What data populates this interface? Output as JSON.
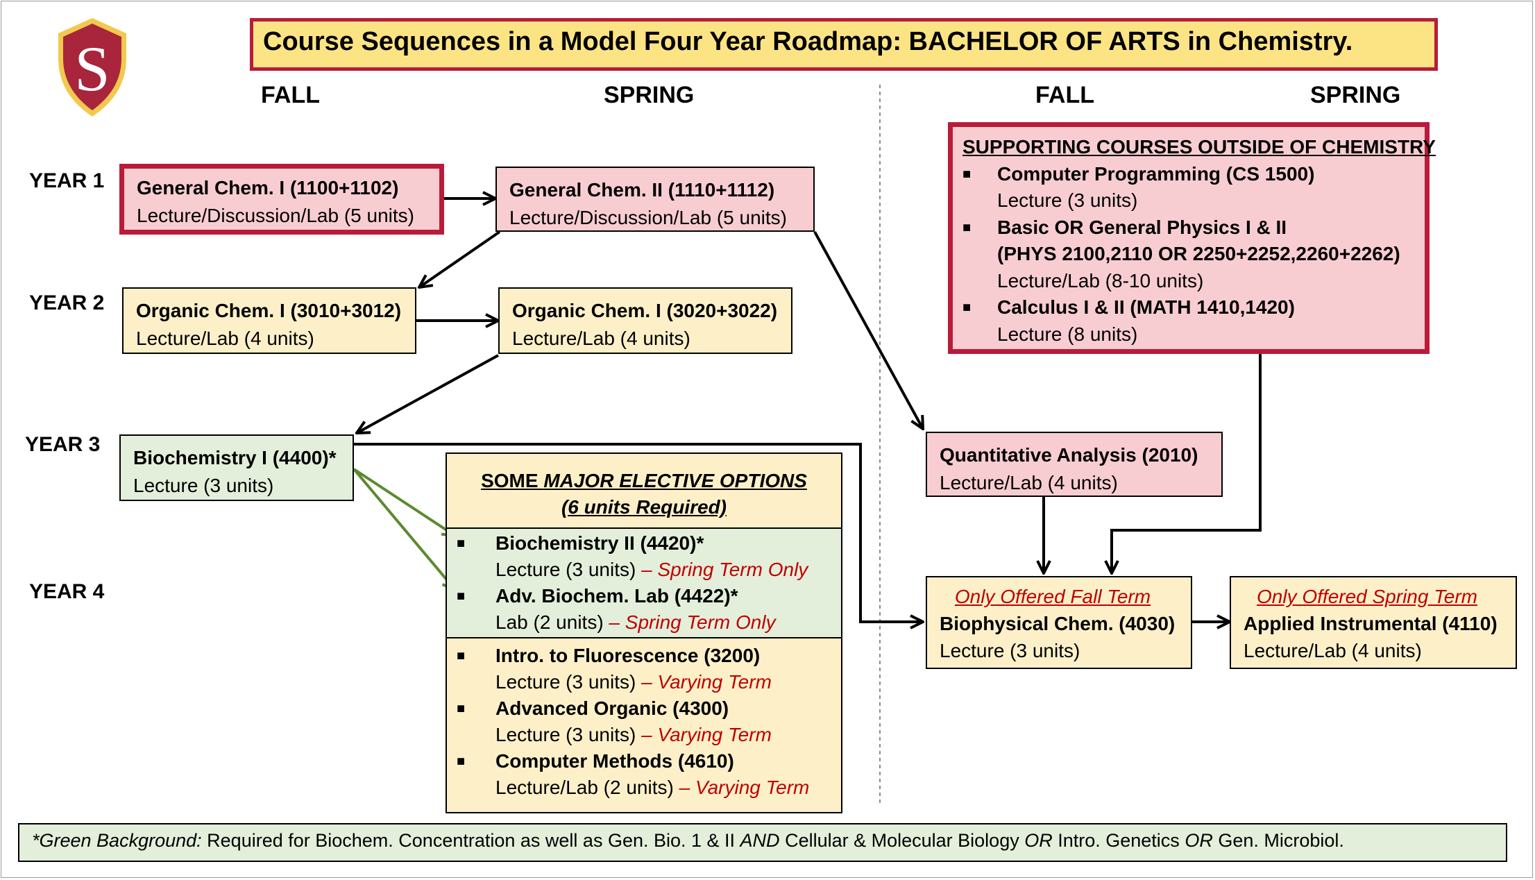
{
  "title": "Course Sequences in a Model Four Year Roadmap:  BACHELOR OF ARTS in Chemistry.",
  "logo": {
    "letter": "S",
    "shield_color": "#a8253b",
    "ring_color": "#f2c94c"
  },
  "column_headers": {
    "fall_1": "FALL",
    "spring_1": "SPRING",
    "fall_2": "FALL",
    "spring_2": "SPRING"
  },
  "years": {
    "y1": "YEAR 1",
    "y2": "YEAR 2",
    "y3": "YEAR 3",
    "y4": "YEAR 4"
  },
  "courses": {
    "gen_chem_1": {
      "name": "General Chem. I (1100+1102)",
      "detail": "Lecture/Discussion/Lab  (5 units)"
    },
    "gen_chem_2": {
      "name": "General Chem. II (1110+1112)",
      "detail": "Lecture/Discussion/Lab  (5 units)"
    },
    "org_chem_1": {
      "name": "Organic Chem. I (3010+3012)",
      "detail": "Lecture/Lab  (4 units)"
    },
    "org_chem_2": {
      "name": "Organic Chem. I (3020+3022)",
      "detail": "Lecture/Lab  (4 units)"
    },
    "biochem_1": {
      "name": "Biochemistry I (4400)*",
      "detail": "Lecture (3 units)"
    },
    "quant_analysis": {
      "name": "Quantitative Analysis (2010)",
      "detail": "Lecture/Lab  (4 units)"
    },
    "biophys_chem": {
      "note": "Only Offered Fall Term",
      "name": "Biophysical Chem. (4030)",
      "detail": "Lecture (3 units)"
    },
    "applied_instr": {
      "note": "Only Offered Spring Term",
      "name": "Applied Instrumental (4110)",
      "detail": "Lecture/Lab (4 units)"
    }
  },
  "supporting": {
    "heading": "SUPPORTING COURSES OUTSIDE OF CHEMISTRY",
    "items": [
      {
        "name": "Computer Programming (CS 1500)",
        "detail": "Lecture (3 units)"
      },
      {
        "name": "Basic OR General Physics I & II",
        "name2": "(PHYS 2100,2110 OR 2250+2252,2260+2262)",
        "detail": "Lecture/Lab (8-10 units)"
      },
      {
        "name": "Calculus I & II (MATH 1410,1420)",
        "detail": "Lecture (8 units)"
      }
    ]
  },
  "electives": {
    "heading_a": "SOME ",
    "heading_b": "MAJOR ELECTIVE OPTIONS",
    "subheading": "(6 units Required)",
    "green_items": [
      {
        "name": "Biochemistry II (4420)*",
        "detail": "Lecture (3 units) ",
        "term": "– Spring Term Only"
      },
      {
        "name": "Adv. Biochem. Lab (4422)*",
        "detail": "Lab (2 units) ",
        "term": "– Spring Term Only"
      }
    ],
    "cream_items": [
      {
        "name": "Intro. to Fluorescence (3200)",
        "detail": "Lecture (3 units) ",
        "term": "– Varying Term"
      },
      {
        "name": "Advanced Organic (4300)",
        "detail": "Lecture (3 units) ",
        "term": "– Varying Term"
      },
      {
        "name": "Computer Methods (4610)",
        "detail": "Lecture/Lab (2 units) ",
        "term": "– Varying Term"
      }
    ]
  },
  "footnote": {
    "label": "*Green Background:",
    "text1": "  Required for Biochem. Concentration as well as Gen. Bio. 1 & II ",
    "and": "AND",
    "text2": " Cellular & Molecular Biology ",
    "or1": "OR",
    "text3": "  Intro. Genetics ",
    "or2": "OR",
    "text4": " Gen. Microbiol."
  },
  "colors": {
    "pink": "#f8cdd1",
    "cream": "#fdf0c9",
    "green": "#e3efda",
    "title_bg": "#fce485",
    "accent_border": "#b81c3a",
    "green_arrow": "#5b8a2e",
    "term_red": "#c00000"
  }
}
